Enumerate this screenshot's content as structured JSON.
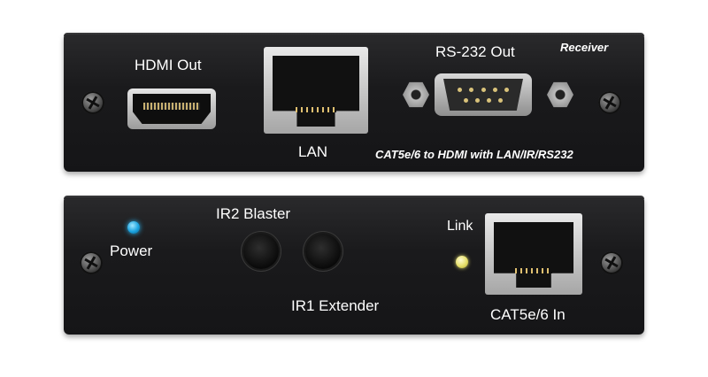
{
  "receiver_panel": {
    "model_label": "Receiver",
    "hdmi_label": "HDMI Out",
    "lan_label": "LAN",
    "rs232_label": "RS-232 Out",
    "description": "CAT5e/6 to HDMI with LAN/IR/RS232"
  },
  "rear_panel": {
    "power_label": "Power",
    "ir2_label": "IR2 Blaster",
    "ir1_label": "IR1 Extender",
    "link_label": "Link",
    "cat_label": "CAT5e/6 In"
  },
  "colors": {
    "chassis": "#1a1a1c",
    "power_led": "#1aa3e0",
    "link_led": "#e6df6a",
    "label_text": "#ffffff"
  }
}
